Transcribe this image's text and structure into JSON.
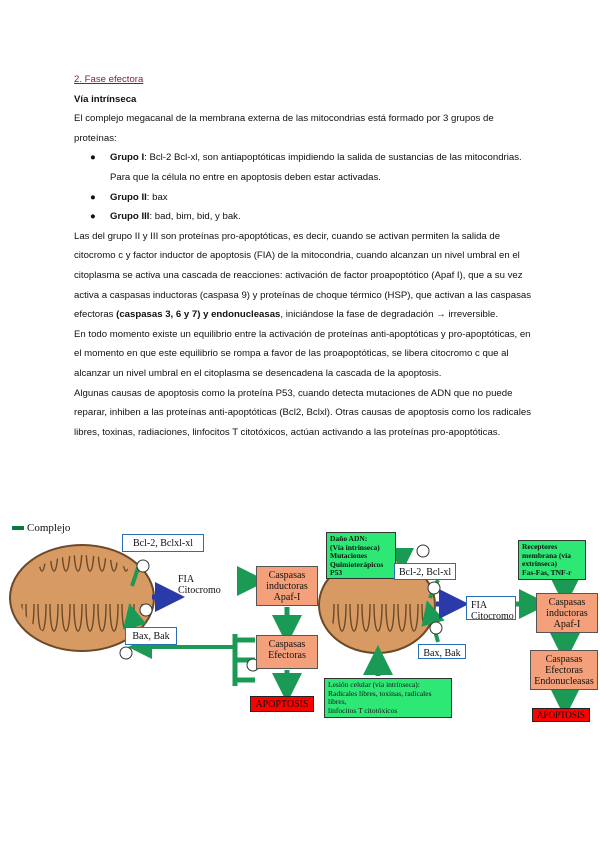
{
  "section_title": "2. Fase efectora",
  "subtitle": "Vía intrínseca",
  "intro": "El complejo megacanal de la membrana externa de las mitocondrias está formado por 3 grupos de proteínas:",
  "groups": [
    {
      "label": "Grupo I",
      "text": ": Bcl-2 Bcl-xl, son antiapoptóticas impidiendo la salida de sustancias de las mitocondrias. Para que la célula no entre en apoptosis deben estar activadas."
    },
    {
      "label": "Grupo II",
      "text": ": bax"
    },
    {
      "label": "Grupo III",
      "text": ": bad, bim, bid, y bak."
    }
  ],
  "para1_a": "Las del grupo II y III son proteínas pro-apoptóticas, es decir, cuando se activan permiten la salida de citocromo c y factor inductor de apoptosis (FIA) de la mitocondria, cuando alcanzan un nivel umbral en el citoplasma se activa una cascada de reacciones: activación de factor proapoptótico (Apaf I), que a su vez activa a caspasas inductoras (caspasa 9) y proteínas de choque térmico (HSP), que activan a las caspasas efectoras ",
  "para1_b": "(caspasas 3, 6 y 7) y endonucleasas",
  "para1_c": ", iniciándose la fase de degradación → irreversible.",
  "para2": "En todo momento existe un equilibrio entre la activación de proteínas anti-apoptóticas y pro-apoptóticas, en el momento en que este equilibrio se rompa a favor de las proapoptóticas, se libera citocromo c que al alcanzar un nivel umbral en el citoplasma se desencadena la cascada de la apoptosis.",
  "para3": "Algunas causas de apoptosis como la proteína P53, cuando detecta mutaciones de ADN que no puede reparar, inhiben a las proteínas anti-apoptóticas (Bcl2, Bclxl). Otras causas de apoptosis como los radicales libres, toxinas, radiaciones, linfocitos T citotóxicos, actúan activando a las proteínas pro-apoptóticas.",
  "diagram": {
    "legend": "Complejo",
    "left": {
      "bcl": "Bcl-2, Bclxl-xl",
      "bax": "Bax, Bak",
      "fia": "FIA\nCitocromo",
      "inductoras": "Caspasas\ninductoras\nApaf-I",
      "efectoras": "Caspasas\nEfectoras",
      "apoptosis": "APOPTOSIS",
      "minus": "-",
      "plus": "+"
    },
    "right": {
      "dano": "Daño ADN:\n(Vía intrínseca)\nMutaciones\nQuimioterápicos\nP53",
      "bcl": "Bcl-2, Bcl-xl",
      "bax": "Bax, Bak",
      "fia": "FIA\nCitocromo",
      "receptores": "Receptores\nmembrana (vía\nextrínseca)\nFas-Fas, TNF-r",
      "inductoras": "Caspasas\ninductoras\nApaf-I",
      "efectoras": "Caspasas\nEfectoras\nEndonucleasas",
      "apoptosis": "APOPTOSIS",
      "lesion": "Lesión celular (vía intrínseca):\nRadicales libres, toxinas, radicales\nlibres,\nlinfocitos T citotóxicos"
    }
  }
}
